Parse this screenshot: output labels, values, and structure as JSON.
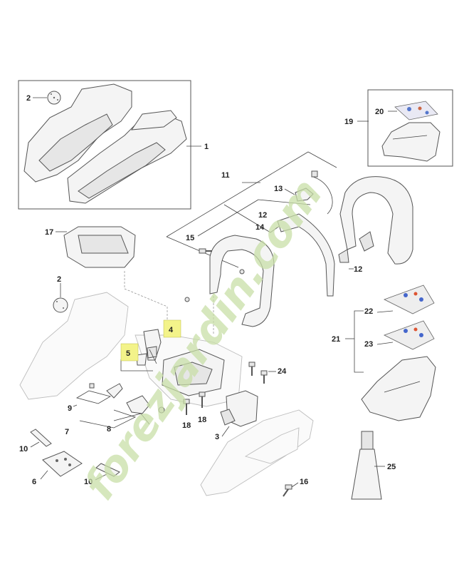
{
  "diagram": {
    "labels": {
      "p1": "1",
      "p2a": "2",
      "p2b": "2",
      "p3": "3",
      "p4": "4",
      "p5": "5",
      "p6": "6",
      "p7": "7",
      "p8": "8",
      "p9": "9",
      "p10a": "10",
      "p10b": "10",
      "p11": "11",
      "p12a": "12",
      "p12b": "12",
      "p13": "13",
      "p14": "14",
      "p15": "15",
      "p16": "16",
      "p17": "17",
      "p18": "18",
      "p19": "19",
      "p20": "20",
      "p21": "21",
      "p22": "22",
      "p23": "23",
      "p24": "24",
      "p25": "25"
    },
    "highlight_color": "#f3f38a",
    "watermark": {
      "text": "forezjardin.com",
      "color": "#c9dfa8"
    }
  }
}
